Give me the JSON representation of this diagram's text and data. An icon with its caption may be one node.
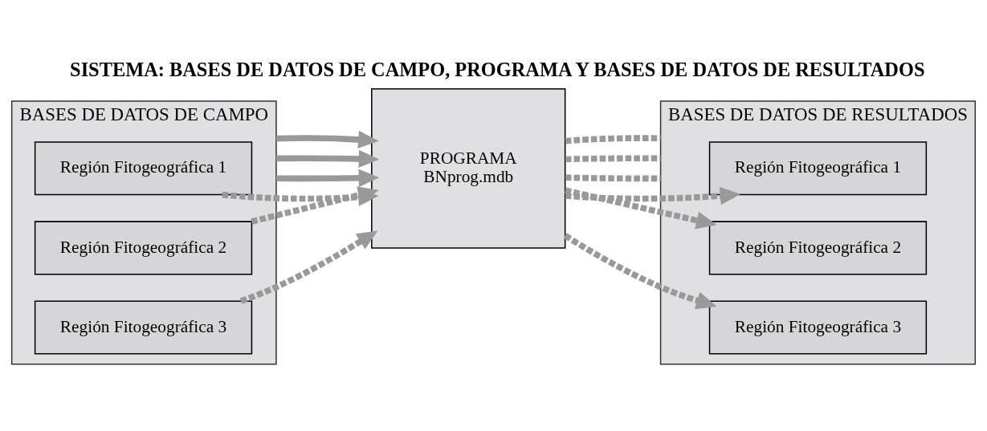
{
  "diagram": {
    "title": "SISTEMA: BASES DE DATOS DE CAMPO, PROGRAMA Y BASES DE DATOS DE RESULTADOS",
    "nodes": [
      {
        "text": [
          "BASES DE DATOS DE CAMPO"
        ]
      },
      {
        "text": [
          "Región Fitogeográfica 1"
        ],
        "in": 0
      },
      {
        "text": [
          "Región Fitogeográfica 2"
        ],
        "in": 0
      },
      {
        "text": [
          "Región Fitogeográfica 3"
        ],
        "in": 0
      },
      {
        "text": [
          "PROGRAMA",
          "BNprog.mdb"
        ]
      },
      {
        "text": [
          "BASES DE DATOS DE RESULTADOS"
        ]
      },
      {
        "text": [
          "Región Fitogeográfica 1"
        ],
        "in": 5
      },
      {
        "text": [
          "Región Fitogeográfica 2"
        ],
        "in": 5
      },
      {
        "text": [
          "Región Fitogeográfica 3"
        ],
        "in": 5
      }
    ],
    "edges": [
      {
        "from": 1,
        "to": 4,
        "arrow": "to",
        "style": "dashed"
      },
      {
        "from": 0,
        "to": 4,
        "arrow": "to"
      },
      {
        "from": 2,
        "to": 4,
        "arrow": "to",
        "style": "dashed"
      },
      {
        "from": 0,
        "to": 4,
        "arrow": "to"
      },
      {
        "from": 3,
        "to": 4,
        "arrow": "to",
        "style": "dashed"
      },
      {
        "from": 0,
        "to": 4,
        "arrow": "to"
      },
      {
        "from": 4,
        "to": 6,
        "arrow": "to",
        "style": "dashed"
      },
      {
        "from": 4,
        "to": 5,
        "arrow": "none",
        "style": "dashed"
      },
      {
        "from": 4,
        "to": 7,
        "arrow": "to",
        "style": "dashed"
      },
      {
        "from": 4,
        "to": 5,
        "arrow": "none",
        "style": "dashed"
      },
      {
        "from": 4,
        "to": 8,
        "arrow": "to",
        "style": "dashed"
      },
      {
        "from": 4,
        "to": 5,
        "arrow": "none",
        "style": "dashed"
      }
    ]
  }
}
